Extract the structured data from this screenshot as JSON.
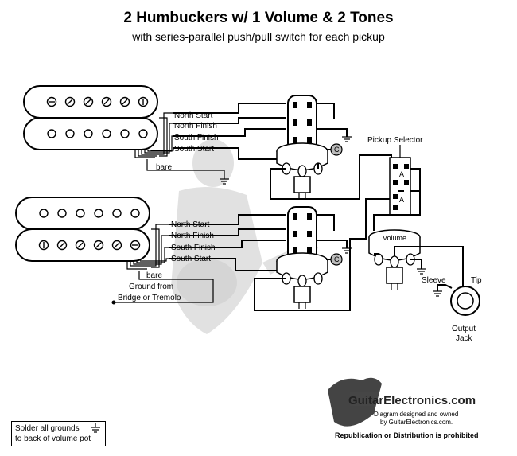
{
  "header": {
    "title": "2 Humbuckers w/ 1 Volume & 2 Tones",
    "subtitle": "with series-parallel push/pull switch for each pickup"
  },
  "pickups": {
    "neck_wires": [
      "North Start",
      "North Finish",
      "South Finish",
      "South Start"
    ],
    "bridge_wires": [
      "North Start",
      "North Finish",
      "South Finish",
      "South Start"
    ],
    "bare": "bare"
  },
  "labels": {
    "pickup_selector": "Pickup Selector",
    "volume": "Volume",
    "ground_from": "Ground from",
    "bridge_or_tremolo": "Bridge or Tremolo",
    "sleeve": "Sleeve",
    "tip": "Tip",
    "output": "Output",
    "jack": "Jack",
    "cap": "C",
    "selector_tabs": [
      "A",
      "A"
    ]
  },
  "note": {
    "line1": "Solder all grounds",
    "line2": "to back of volume pot"
  },
  "brand": {
    "logo_text": "GuitarElectronics.com",
    "designed": "Diagram designed and owned",
    "by": "by GuitarElectronics.com.",
    "rights": "Republication or Distribution is prohibited"
  }
}
